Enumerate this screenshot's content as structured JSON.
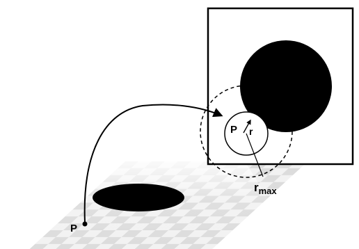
{
  "labels": {
    "point_ground": "P",
    "point_map": "P",
    "radius": "r",
    "radius_max_main": "r",
    "radius_max_sub": "max"
  },
  "colors": {
    "ink": "#000000",
    "paper": "#ffffff",
    "checker_light": "#f2f2f2",
    "checker_dark": "#dcdcdc"
  }
}
